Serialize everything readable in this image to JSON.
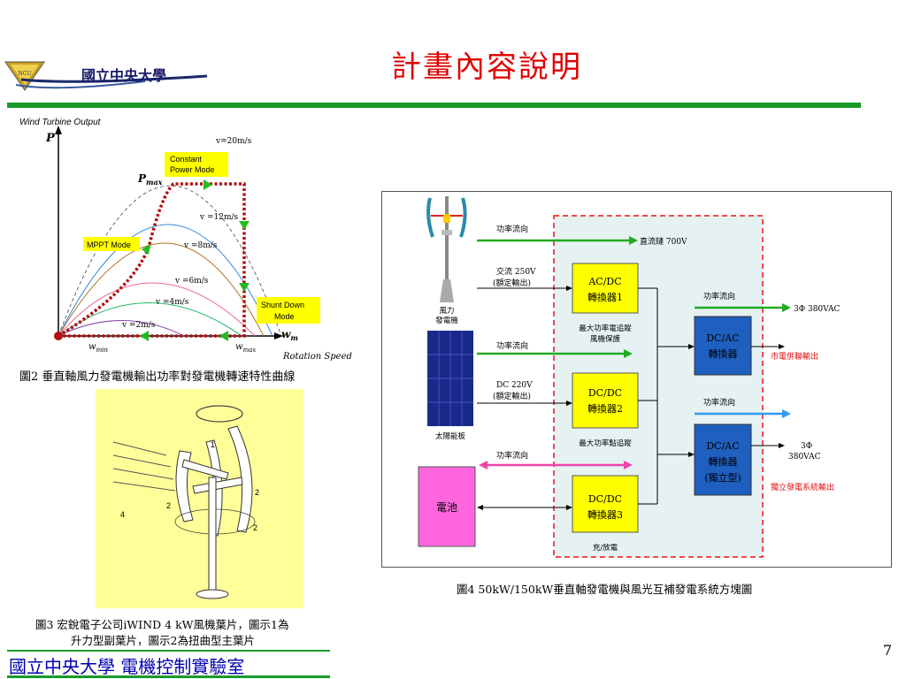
{
  "slide": {
    "title": "計畫內容說明",
    "logo_text": "國立中央大學",
    "logo_seal_text": "NCU",
    "footer": "國立中央大學 電機控制實驗室",
    "page_number": "7"
  },
  "fig2": {
    "caption": "圖2 垂直軸風力發電機輸出功率對發電機轉速特性曲線",
    "ylabel": "Wind Turbine Output",
    "p_label": "P",
    "pmax_label": "P",
    "pmax_sub": "max",
    "wm_label": "w",
    "wm_sub": "m",
    "wmin_label": "w",
    "wmin_sub": "min",
    "wmax_label": "w",
    "wmax_sub": "max",
    "xlabel": "Rotation Speed",
    "curves": [
      "v=20m/s",
      "v =12m/s",
      "v =8m/s",
      "v =6m/s",
      "v =4m/s",
      "v =2m/s"
    ],
    "boxes": {
      "constant_1": "Constant",
      "constant_2": "Power Mode",
      "mppt": "MPPT Mode",
      "shunt_1": "Shunt Down",
      "shunt_2": "Mode"
    }
  },
  "fig3": {
    "caption_1": "圖3 宏銳電子公司iWIND 4 kW風機葉片，圖示1為",
    "caption_2": "升力型副葉片，圖示2為扭曲型主葉片",
    "labels": [
      "1",
      "2",
      "2",
      "2",
      "4"
    ]
  },
  "fig4": {
    "caption": "圖4 50kW/150kW垂直軸發電機與風光互補發電系統方塊圖",
    "turbine_label_1": "風力",
    "turbine_label_2": "發電機",
    "solar_label": "太陽能板",
    "battery_label": "電池",
    "power_flow": "功率流向",
    "dc_link": "直流鏈 700V",
    "ac_in_1": "交流 250V",
    "ac_in_2": "(額定輸出)",
    "dc_in_1": "DC 220V",
    "dc_in_2": "(額定輸出)",
    "acdc_1": "AC/DC",
    "acdc_2": "轉換器1",
    "acdc_note_1": "最大功率電追蹤",
    "acdc_note_2": "風機保護",
    "dcdc2_1": "DC/DC",
    "dcdc2_2": "轉換器2",
    "dcdc2_note": "最大功率點追蹤",
    "dcdc3_1": "DC/DC",
    "dcdc3_2": "轉換器3",
    "dcdc3_note": "充/放電",
    "dcac1_1": "DC/AC",
    "dcac1_2": "轉換器",
    "dcac2_1": "DC/AC",
    "dcac2_2": "轉換器",
    "dcac2_3": "(獨立型)",
    "out1_spec": "3Φ 380VAC",
    "out1_label": "市電併聯輸出",
    "out2_spec_1": "3Φ",
    "out2_spec_2": "380VAC",
    "out2_label": "獨立發電系統輸出"
  },
  "colors": {
    "title_red": "#e00000",
    "rule_green": "#1a9a2a",
    "footer_blue": "#0000b0",
    "box_yellow": "#ffff00",
    "converter_blue": "#1e5fc0",
    "battery_magenta": "#ff66dd",
    "panel_bg": "#e6f2f2",
    "arrow_green": "#22aa22",
    "arrow_blue": "#3399ee",
    "arrow_pink": "#ee44aa"
  }
}
